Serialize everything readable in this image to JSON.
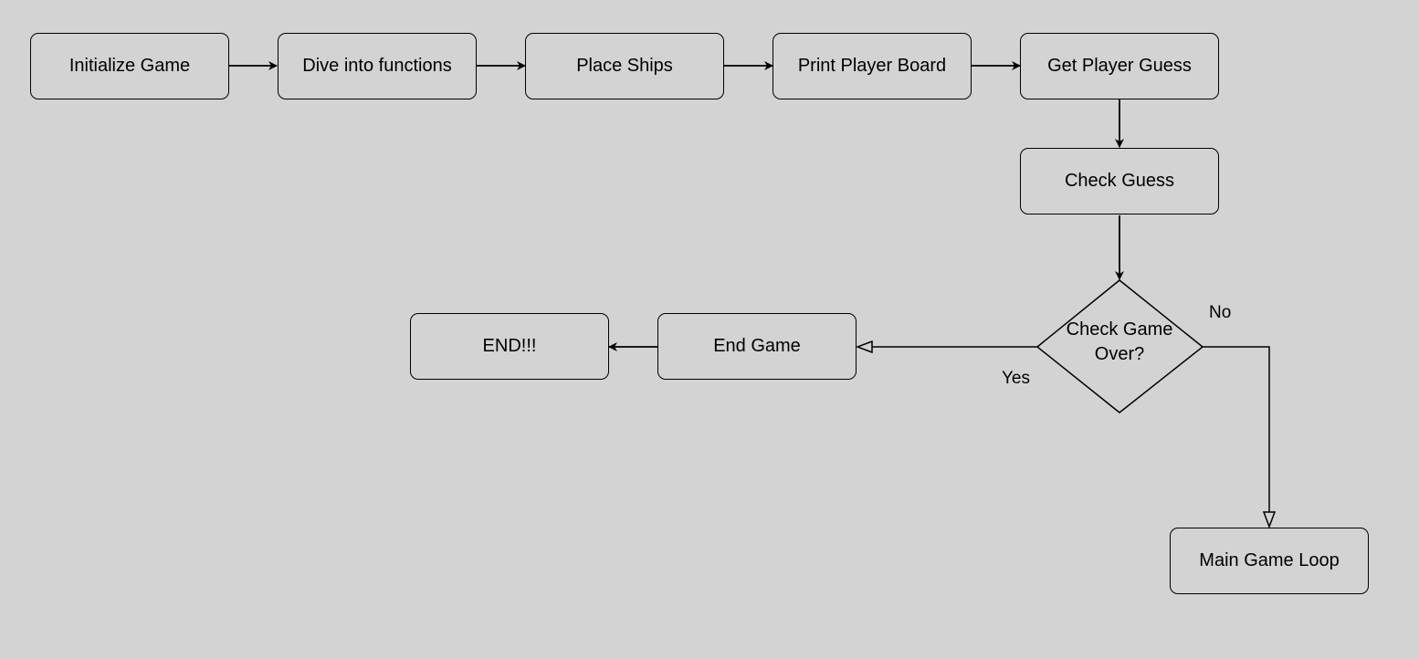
{
  "nodes": {
    "initialize_game": "Initialize Game",
    "dive_into_functions": "Dive into functions",
    "place_ships": "Place Ships",
    "print_player_board": "Print Player Board",
    "get_player_guess": "Get Player Guess",
    "check_guess": "Check Guess",
    "check_game_over_line1": "Check Game",
    "check_game_over_line2": "Over?",
    "end_game": "End Game",
    "end": "END!!!",
    "main_game_loop": "Main Game Loop"
  },
  "edge_labels": {
    "yes": "Yes",
    "no": "No"
  },
  "colors": {
    "background": "#d3d3d3",
    "stroke": "#000000"
  }
}
